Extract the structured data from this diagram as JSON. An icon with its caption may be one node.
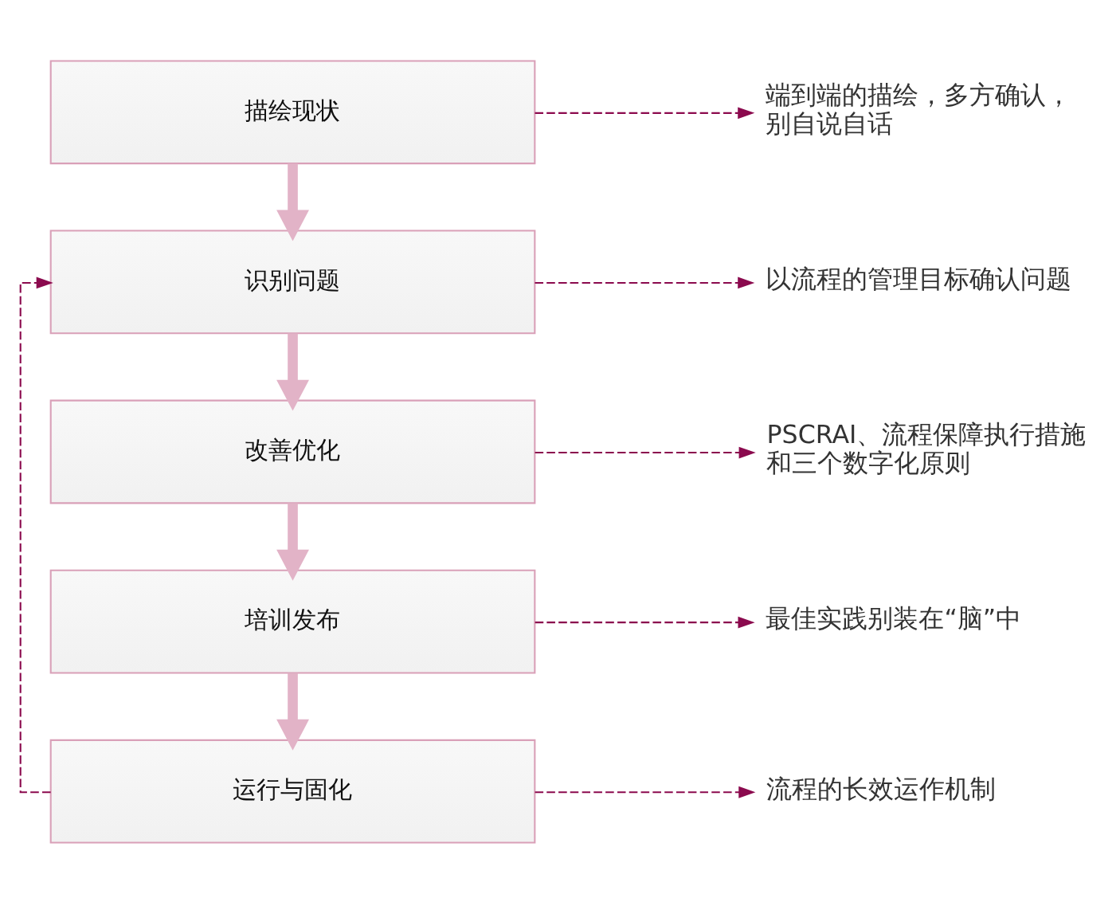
{
  "diagram": {
    "nodes": [
      {
        "text": [
          "描绘现状"
        ]
      },
      {
        "text": [
          "识别问题"
        ]
      },
      {
        "text": [
          "改善优化"
        ]
      },
      {
        "text": [
          "培训发布"
        ]
      },
      {
        "text": [
          "运行与固化"
        ]
      },
      {
        "text": [
          "端到端的描绘，多方确认，别自说自话"
        ]
      },
      {
        "text": [
          "以流程的管理目标确认问题"
        ]
      },
      {
        "text": [
          "PSCRAI、流程保障执行措施和三个数字化原则"
        ]
      },
      {
        "text": [
          "最佳实践别装在“脑”中"
        ]
      },
      {
        "text": [
          "流程的长效运作机制"
        ]
      }
    ],
    "edges": [
      {
        "from": 0,
        "to": 5,
        "arrow": "to",
        "style": "dashed"
      },
      {
        "from": 0,
        "to": 1,
        "arrow": "to",
        "style": "thick",
        "color": "#e2b3c7"
      },
      {
        "from": 1,
        "to": 6,
        "arrow": "to",
        "style": "dashed"
      },
      {
        "from": 1,
        "to": 2,
        "arrow": "to",
        "style": "thick",
        "color": "#e2b3c7"
      },
      {
        "from": 2,
        "to": 7,
        "arrow": "to",
        "style": "dashed"
      },
      {
        "from": 2,
        "to": 3,
        "arrow": "to",
        "style": "thick",
        "color": "#e2b3c7"
      },
      {
        "from": 3,
        "to": 8,
        "arrow": "to",
        "style": "dashed"
      },
      {
        "from": 3,
        "to": 4,
        "arrow": "to",
        "style": "thick",
        "color": "#e2b3c7"
      },
      {
        "from": 4,
        "to": 9,
        "arrow": "to",
        "style": "dashed"
      },
      {
        "from": 4,
        "to": 1,
        "arrow": "to",
        "style": "dashed"
      }
    ]
  }
}
